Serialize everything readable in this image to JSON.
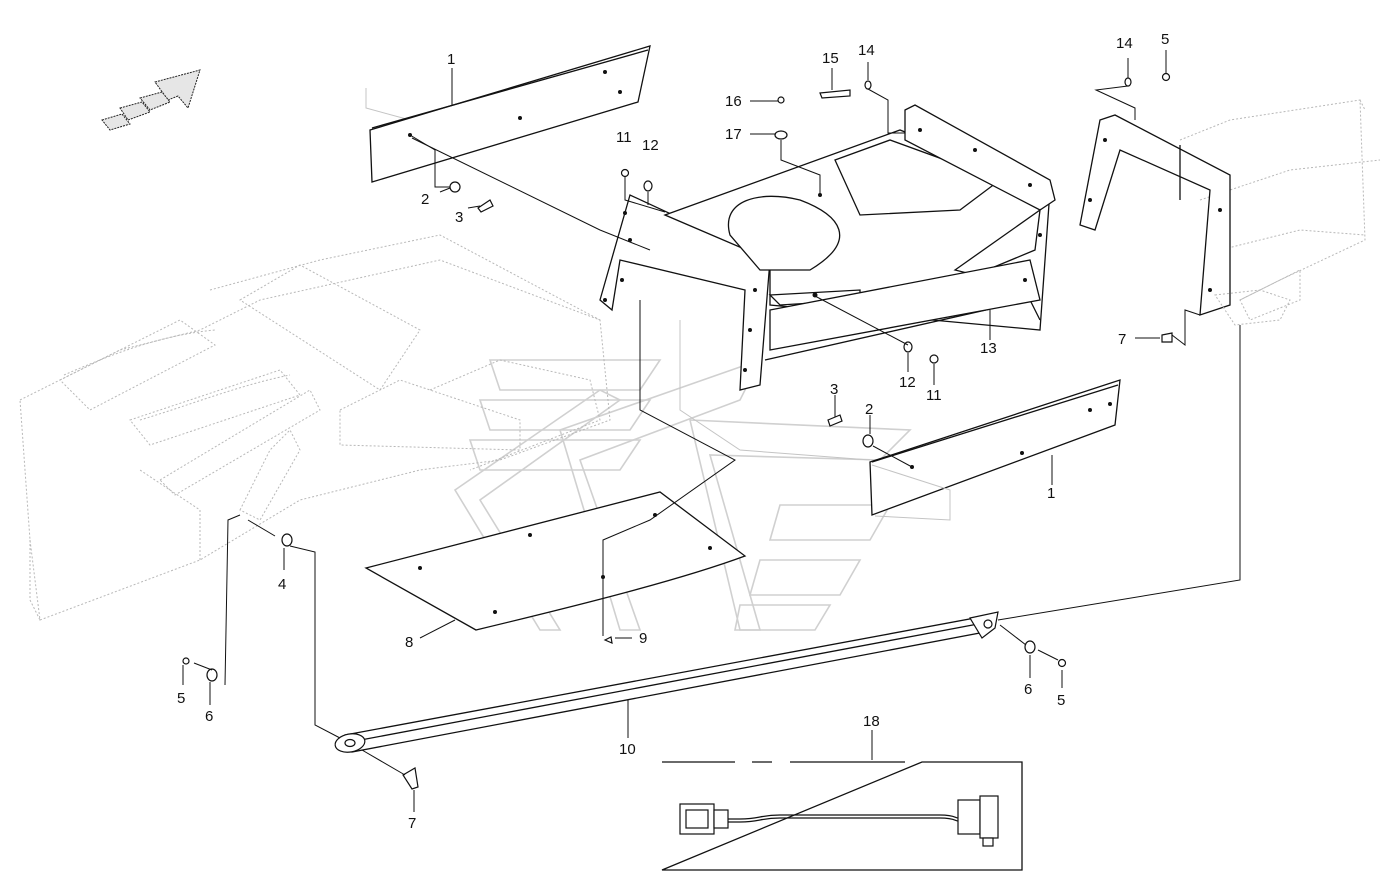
{
  "callouts": [
    {
      "label": "1"
    },
    {
      "label": "2"
    },
    {
      "label": "3"
    },
    {
      "label": "11"
    },
    {
      "label": "12"
    },
    {
      "label": "16"
    },
    {
      "label": "17"
    },
    {
      "label": "15"
    },
    {
      "label": "14"
    },
    {
      "label": "14"
    },
    {
      "label": "5"
    },
    {
      "label": "13"
    },
    {
      "label": "7"
    },
    {
      "label": "12"
    },
    {
      "label": "11"
    },
    {
      "label": "3"
    },
    {
      "label": "2"
    },
    {
      "label": "1"
    },
    {
      "label": "4"
    },
    {
      "label": "8"
    },
    {
      "label": "9"
    },
    {
      "label": "5"
    },
    {
      "label": "6"
    },
    {
      "label": "10"
    },
    {
      "label": "18"
    },
    {
      "label": "6"
    },
    {
      "label": "5"
    },
    {
      "label": "7"
    }
  ],
  "colors": {
    "line": "#111111",
    "ghost": "#b8b8b8",
    "watermark": "#d0d0d0"
  },
  "icons": [
    "direction-arrow-icon",
    "wiring-harness-icon"
  ]
}
